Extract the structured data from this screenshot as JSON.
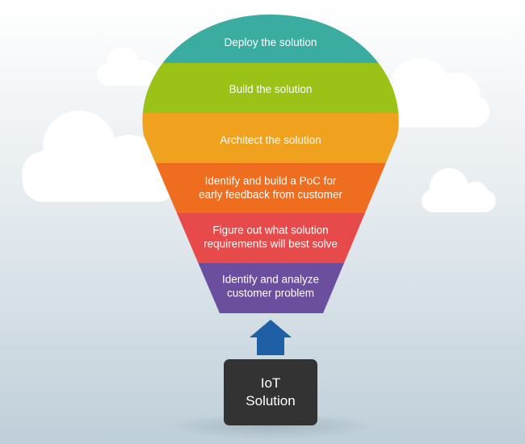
{
  "balloon": {
    "bands": [
      {
        "lines": [
          "Deploy the solution"
        ],
        "color": "#3aada0"
      },
      {
        "lines": [
          "Build the solution"
        ],
        "color": "#9ac217"
      },
      {
        "lines": [
          "Architect the solution"
        ],
        "color": "#f0a21f"
      },
      {
        "lines": [
          "Identify and build a PoC for",
          "early feedback from customer"
        ],
        "color": "#ee6d1e"
      },
      {
        "lines": [
          "Figure out what solution",
          "requirements will best solve"
        ],
        "color": "#e74a4a"
      },
      {
        "lines": [
          "Identify and analyze",
          "customer problem"
        ],
        "color": "#6b4e9d"
      }
    ]
  },
  "basket": {
    "lines": [
      "IoT",
      "Solution"
    ],
    "color": "#333333"
  },
  "arrow": {
    "color": "#1f5fa5"
  },
  "colors": {
    "background_top": "#ffffff",
    "background_bottom": "#bfcfd9",
    "cloud": "#ffffff"
  }
}
